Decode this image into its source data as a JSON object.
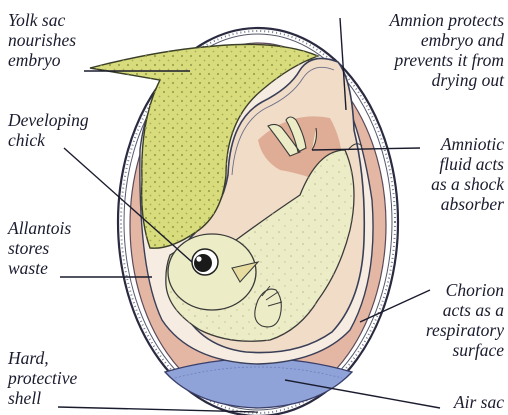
{
  "labels": {
    "yolk_sac": "Yolk sac\nnourishes\nembryo",
    "developing_chick": "Developing\nchick",
    "allantois": "Allantois\nstores\nwaste",
    "hard_shell": "Hard,\nprotective\nshell",
    "amnion": "Amnion protects\nembryo and\nprevents it from\ndrying out",
    "amniotic_fluid": "Amniotic\nfluid acts\nas a shock\nabsorber",
    "chorion": "Chorion\nacts as a\nrespiratory\nsurface",
    "air_sac": "Air sac"
  },
  "colors": {
    "shell_outline": "#2a2a40",
    "chorion_fill": "#e4b6a4",
    "amnion_fill": "#f1dcc8",
    "yolk_fill": "#d9dc7c",
    "chick_fill": "#ecedc6",
    "air_sac_fill": "#8fa3d8",
    "text": "#1a1c2e"
  }
}
